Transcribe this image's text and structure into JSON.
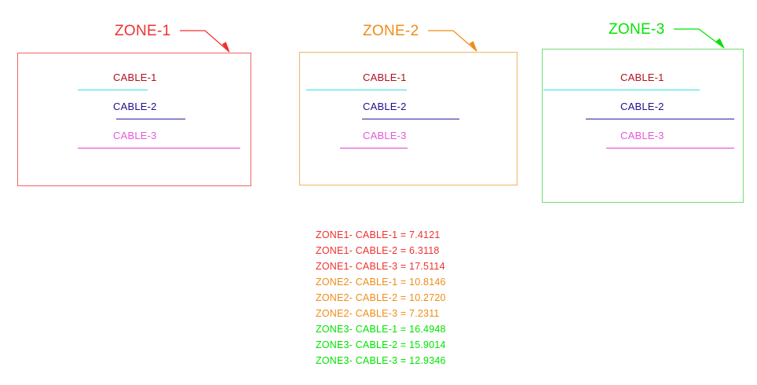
{
  "palette": {
    "zone1": "#f03030",
    "zone1_border": "#f06464",
    "zone2": "#ef8c18",
    "zone2_border": "#efb469",
    "zone3": "#00e400",
    "zone3_border": "#73dd73",
    "cable1_text": "#b01020",
    "cable1_line": "#30e0e0",
    "cable2_text": "#20108c",
    "cable2_line": "#2020a0",
    "cable3_text": "#e858d8",
    "cable3_line": "#e040e0",
    "background": "#ffffff"
  },
  "zones": [
    {
      "title": "ZONE-1",
      "color_key": "zone1",
      "cables": [
        {
          "label": "CABLE-1"
        },
        {
          "label": "CABLE-2"
        },
        {
          "label": "CABLE-3"
        }
      ]
    },
    {
      "title": "ZONE-2",
      "color_key": "zone2",
      "cables": [
        {
          "label": "CABLE-1"
        },
        {
          "label": "CABLE-2"
        },
        {
          "label": "CABLE-3"
        }
      ]
    },
    {
      "title": "ZONE-3",
      "color_key": "zone3",
      "cables": [
        {
          "label": "CABLE-1"
        },
        {
          "label": "CABLE-2"
        },
        {
          "label": "CABLE-3"
        }
      ]
    }
  ],
  "results": [
    {
      "text": "ZONE1- CABLE-1 = 7.4121",
      "zone": "ZONE1",
      "cable": "CABLE-1",
      "value": 7.4121,
      "color_key": "zone1"
    },
    {
      "text": "ZONE1- CABLE-2 = 6.3118",
      "zone": "ZONE1",
      "cable": "CABLE-2",
      "value": 6.3118,
      "color_key": "zone1"
    },
    {
      "text": "ZONE1- CABLE-3 = 17.5114",
      "zone": "ZONE1",
      "cable": "CABLE-3",
      "value": 17.5114,
      "color_key": "zone1"
    },
    {
      "text": "ZONE2- CABLE-1 = 10.8146",
      "zone": "ZONE2",
      "cable": "CABLE-1",
      "value": 10.8146,
      "color_key": "zone2"
    },
    {
      "text": "ZONE2- CABLE-2 = 10.2720",
      "zone": "ZONE2",
      "cable": "CABLE-2",
      "value": 10.272,
      "color_key": "zone2"
    },
    {
      "text": "ZONE2- CABLE-3 = 7.2311",
      "zone": "ZONE2",
      "cable": "CABLE-3",
      "value": 7.2311,
      "color_key": "zone2"
    },
    {
      "text": "ZONE3- CABLE-1 = 16.4948",
      "zone": "ZONE3",
      "cable": "CABLE-1",
      "value": 16.4948,
      "color_key": "zone3"
    },
    {
      "text": "ZONE3- CABLE-2 = 15.9014",
      "zone": "ZONE3",
      "cable": "CABLE-2",
      "value": 15.9014,
      "color_key": "zone3"
    },
    {
      "text": "ZONE3- CABLE-3 = 12.9346",
      "zone": "ZONE3",
      "cable": "CABLE-3",
      "value": 12.9346,
      "color_key": "zone3"
    }
  ]
}
